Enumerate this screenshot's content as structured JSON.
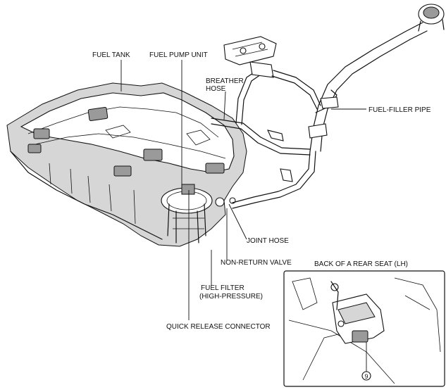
{
  "labels": {
    "fuel_tank": "FUEL TANK",
    "fuel_pump_unit": "FUEL PUMP UNIT",
    "breather_hose_1": "BREATHER",
    "breather_hose_2": "HOSE",
    "fuel_filler_pipe": "FUEL-FILLER PIPE",
    "joint_hose": "JOINT HOSE",
    "non_return_valve": "NON-RETURN VALVE",
    "fuel_filter_1": "FUEL FILTER",
    "fuel_filter_2": "(HIGH-PRESSURE)",
    "quick_release_connector": "QUICK RELEASE CONNECTOR",
    "inset_title": "BACK OF A REAR SEAT (LH)",
    "inset_callout": "9"
  }
}
